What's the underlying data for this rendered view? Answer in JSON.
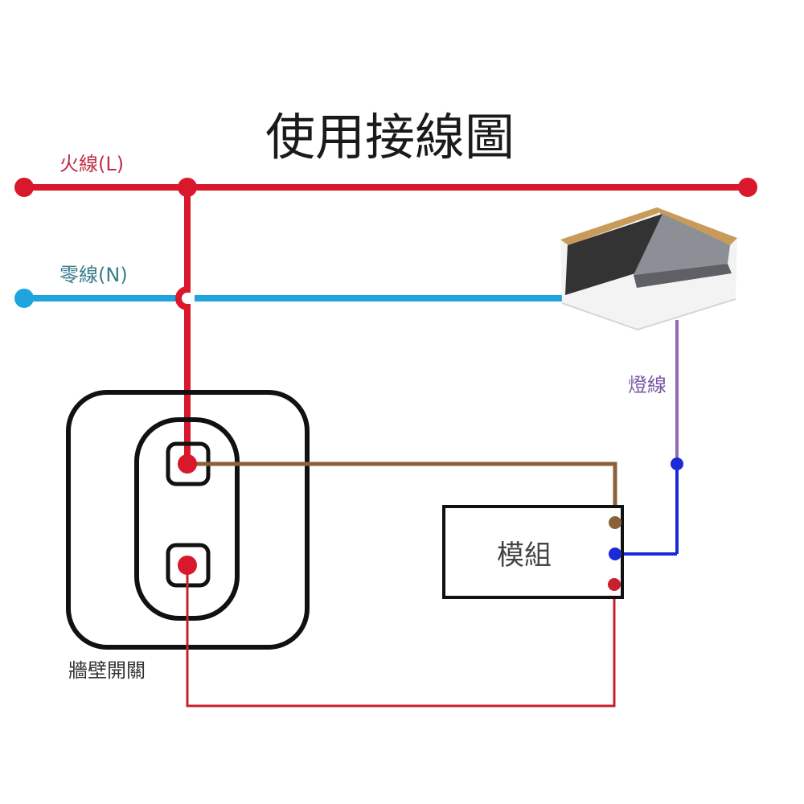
{
  "title": "使用接線圖",
  "labels": {
    "live": "火線(L)",
    "neutral": "零線(N)",
    "lamp_wire": "燈線",
    "module": "模組",
    "wall_switch": "牆壁開關"
  },
  "colors": {
    "live": "#d9182b",
    "neutral": "#1fa4de",
    "brown": "#8a6238",
    "blue": "#1a2ad8",
    "purple": "#8e6bb5",
    "dark_red": "#c8202c",
    "frame": "#111111",
    "live_label": "#c0304a",
    "neutral_label": "#3b7d8c",
    "lamp_label": "#7a5aa6"
  }
}
